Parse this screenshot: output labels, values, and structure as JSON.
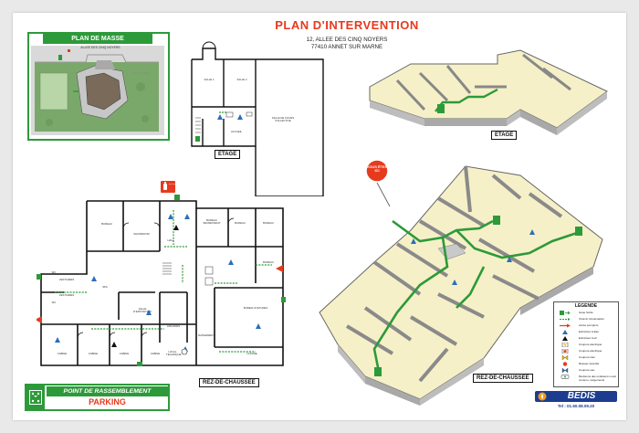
{
  "title": "PLAN D'INTERVENTION",
  "address_line1": "12, ALLEE DES CINQ NOYERS",
  "address_line2": "77410  ANNET SUR MARNE",
  "plan_de_masse": {
    "heading": "PLAN DE MASSE",
    "street": "ALLEE DES CINQ NOYERS"
  },
  "etage_plan": {
    "label": "ETAGE",
    "rooms": {
      "salle1": "SALLE 1",
      "salle2": "SALLE 2",
      "salle_cours": "SALLE DE COURS COLLECTIVE",
      "accueil": "ACCUEIL"
    }
  },
  "rdc_plan": {
    "label": "REZ-DE-CHAUSSEE",
    "rooms": {
      "bureau1": "BUREAU",
      "showroom": "SHOWROOM",
      "hall": "HALL",
      "bureau_secretariat": "BUREAU SECRETARIAT",
      "bureau2": "BUREAU",
      "bureau3": "BUREAU",
      "bureau4": "BUREAU",
      "vestiaires1": "VESTIAIRES",
      "vestiaires2": "VESTIAIRES",
      "wc1": "WC",
      "wc2": "WC",
      "spa": "SPA",
      "salle_exposition": "SALLE D'EXPOSITION",
      "archives": "ARCHIVES",
      "bureau_etudes": "BUREAU D'ETUDES",
      "rangement": "RANGEMENT",
      "local_technique": "LOCAL TECHNIQUE",
      "cabine1": "CABINE",
      "cabine2": "CABINE",
      "cabine3": "CABINE",
      "cabine4": "CABINE",
      "cuisine": "CUISINE"
    }
  },
  "iso_labels": {
    "etage": "ETAGE",
    "rdc": "REZ-DE-CHAUSSEE"
  },
  "vous_etes_ici": "VOUS ÊTES ICI",
  "rassemblement": {
    "line1": "POINT DE RASSEMBLEMENT",
    "line2": "PARKING"
  },
  "legende": {
    "title": "LEGENDE",
    "items": [
      {
        "label": "Issue Sortie",
        "icon": "exit-arrow"
      },
      {
        "label": "Chemin d'évacuation",
        "icon": "green-dashed-arrow"
      },
      {
        "label": "Accès pompiers",
        "icon": "red-arrow"
      },
      {
        "label": "Extincteur à Eau",
        "icon": "blue-triangle"
      },
      {
        "label": "Extincteur Co2",
        "icon": "black-triangle"
      },
      {
        "label": "Coupure électrique",
        "icon": "elec-box"
      },
      {
        "label": "Coupure électrique",
        "icon": "elec-box-2"
      },
      {
        "label": "Coupure Gaz",
        "icon": "gas-valve"
      },
      {
        "label": "Réseau incendie",
        "icon": "fire-network"
      },
      {
        "label": "Coupure eau",
        "icon": "water-valve"
      },
      {
        "label": "Révisions des onduleurs Local contenu, rangements",
        "icon": "ondulator"
      }
    ]
  },
  "brand": {
    "name": "BEDIS",
    "phone": "Tel : 01.60.08.09.20"
  },
  "extinguisher_badge": "EXTINCTEUR",
  "colors": {
    "title_red": "#e63a1e",
    "green": "#2d9a3a",
    "brand_blue": "#1c3d8f",
    "floor_beige": "#f6f0c8"
  }
}
